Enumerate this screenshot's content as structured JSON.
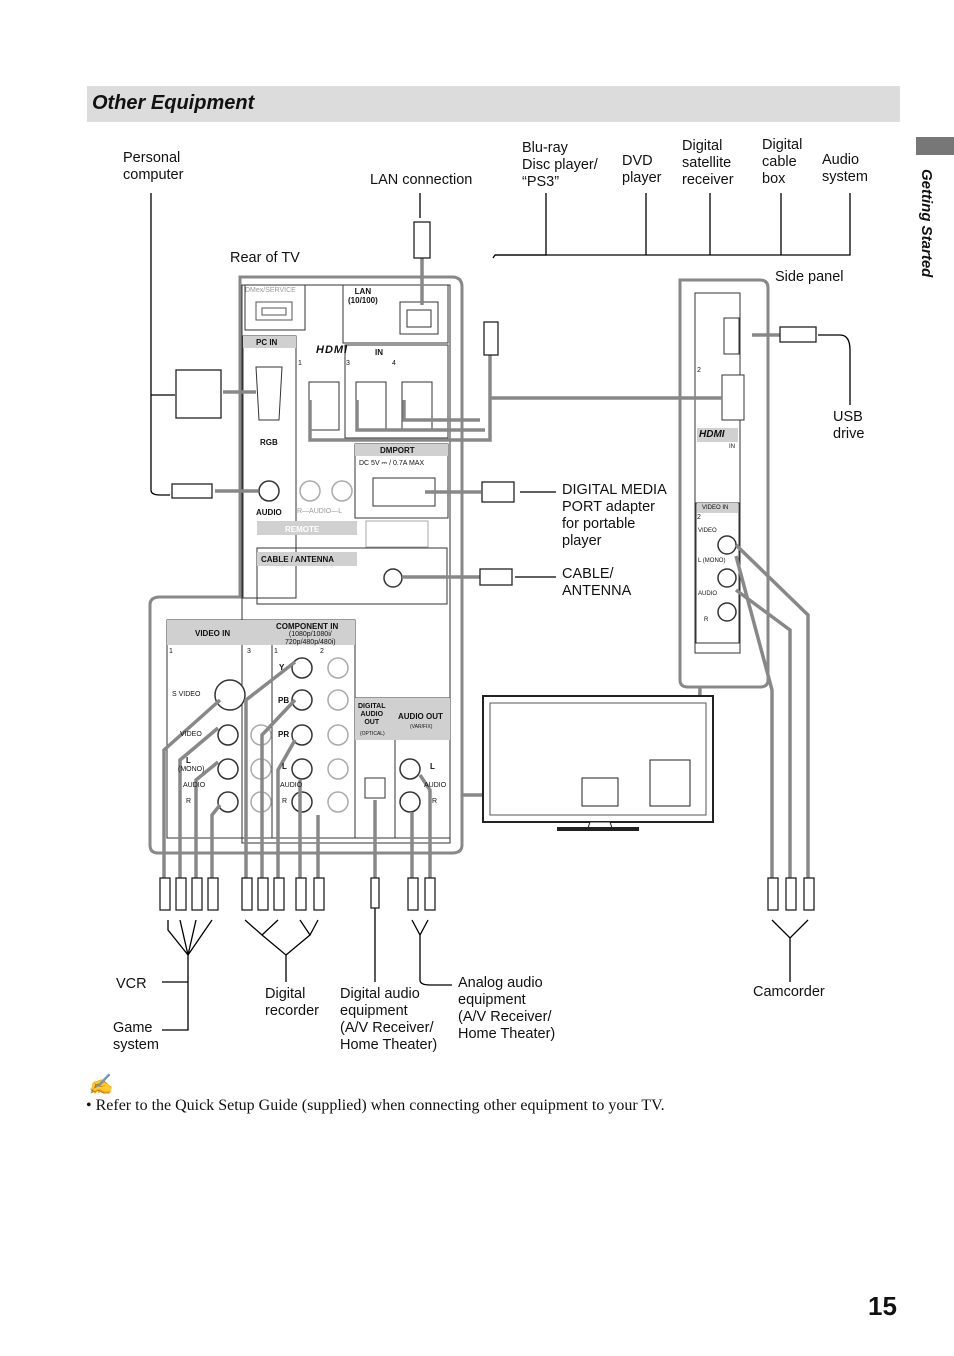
{
  "header": {
    "title": "Other Equipment",
    "side_tab": "Getting Started"
  },
  "labels": {
    "personal_computer": "Personal\ncomputer",
    "lan_connection": "LAN connection",
    "bluray": "Blu-ray\nDisc player/\n“PS3”",
    "dvd": "DVD\nplayer",
    "digital_satellite": "Digital\nsatellite\nreceiver",
    "digital_cable": "Digital\ncable\nbox",
    "audio_system": "Audio\nsystem",
    "rear_of_tv": "Rear of TV",
    "side_panel": "Side panel",
    "usb_drive": "USB\ndrive",
    "dmport_adapter": "DIGITAL MEDIA\nPORT adapter\nfor portable\nplayer",
    "cable_antenna": "CABLE/\nANTENNA",
    "vcr": "VCR",
    "game_system": "Game\nsystem",
    "digital_recorder": "Digital\nrecorder",
    "digital_audio_equipment": "Digital audio\nequipment\n(A/V Receiver/\nHome Theater)",
    "analog_audio_equipment": "Analog audio\nequipment\n(A/V Receiver/\nHome Theater)",
    "camcorder": "Camcorder"
  },
  "panel_text": {
    "dmex_service": "DMex/SERVICE",
    "lan": "LAN\n(10/100)",
    "pc_in": "PC IN",
    "hdmi": "HDMI",
    "in": "IN",
    "hdmi_ports": [
      "1",
      "3",
      "4"
    ],
    "rgb": "RGB",
    "audio": "AUDIO",
    "r_audio_l": "R—AUDIO—L",
    "dmport": "DMPORT",
    "dc": "DC 5V ⎓ / 0.7A MAX",
    "remote": "REMOTE",
    "cable_antenna_port": "CABLE / ANTENNA",
    "video_in": "VIDEO IN",
    "video_in_nums": [
      "1",
      "3"
    ],
    "component_in": "COMPONENT IN",
    "component_res": "(1080p/1080i/\n720p/480p/480i)",
    "component_nums": [
      "1",
      "2"
    ],
    "y": "Y",
    "pb": "PB",
    "pr": "PR",
    "s_video": "S VIDEO",
    "video": "VIDEO",
    "l": "L",
    "mono": "(MONO)",
    "audio_lr": "AUDIO",
    "r": "R",
    "digital_audio_out": "DIGITAL\nAUDIO\nOUT",
    "optical": "(OPTICAL)",
    "audio_out": "AUDIO OUT",
    "var_fix": "(VAR/FIX)",
    "side_video_in": "VIDEO IN",
    "side_two": "2",
    "side_video": "VIDEO",
    "side_l_mono": "L (MONO)",
    "side_audio": "AUDIO",
    "side_r": "R",
    "side_hdmi": "HDMI",
    "side_in": "IN"
  },
  "note": {
    "icon": "✍",
    "text": "• Refer to the Quick Setup Guide (supplied) when connecting other equipment to your TV."
  },
  "page_number": "15"
}
